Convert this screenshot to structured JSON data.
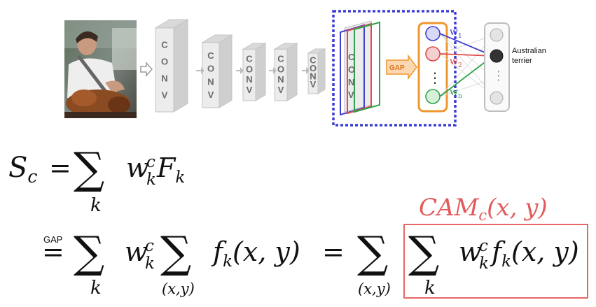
{
  "network": {
    "conv_letters": [
      "C",
      "O",
      "N",
      "V"
    ],
    "gap_label": "GAP",
    "weights": [
      "w",
      "1",
      "w",
      "2",
      "w",
      "n"
    ],
    "output_label_line1": "Australian",
    "output_label_line2": "terrier",
    "dots": "⋮",
    "colors": {
      "highlight_box": "#3b3bd6",
      "blue": "#3f3fd0",
      "red": "#e24848",
      "green": "#2fa34a",
      "gap_orange": "#f0962e",
      "cam_box": "#e86666"
    }
  },
  "equations": {
    "line1": {
      "lhs": "S",
      "lhs_sub": "c",
      "equals": "=",
      "sum": "∑",
      "sum_index": "k",
      "w": "w",
      "w_sup": "c",
      "w_sub": "k",
      "F": "F",
      "F_sub": "k"
    },
    "line2": {
      "gap_over": "GAP",
      "equals": "=",
      "sum": "∑",
      "sum_index_k": "k",
      "sum_index_xy": "(x,y)",
      "w": "w",
      "w_sup": "c",
      "w_sub": "k",
      "f": "f",
      "f_sub": "k",
      "f_args": "(x, y)",
      "equals2": "="
    },
    "cam_label": "CAM",
    "cam_sub": "c",
    "cam_args": "(x, y)"
  }
}
